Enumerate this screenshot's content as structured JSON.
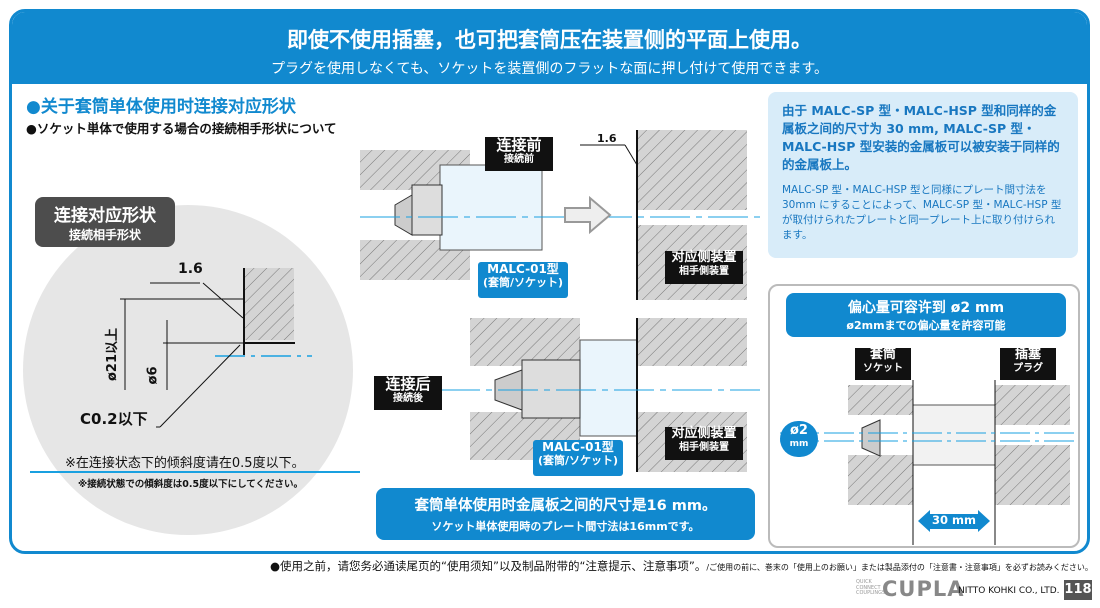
{
  "header": {
    "title": "即使不使用插塞，也可把套筒压在装置侧的平面上使用。",
    "subtitle": "プラグを使用しなくても、ソケットを装置側のフラットな面に押し付けて使用できます。"
  },
  "section": {
    "title": "●关于套筒单体使用时连接对应形状",
    "subtitle": "●ソケット単体で使用する場合の接続相手形状について"
  },
  "shape": {
    "title": "连接对应形状",
    "title_jp": "接続相手形状",
    "roughness": "1.6",
    "dim_outer": "ø21以上",
    "dim_inner": "ø6",
    "chamfer": "C0.2以下",
    "note": "※在连接状态下的倾斜度请在0.5度以下。",
    "note_jp": "※接続状態での傾斜度は0.5度以下にしてください。"
  },
  "before": {
    "label": "连接前",
    "label_jp": "接続前",
    "roughness": "1.6",
    "model": "MALC-01型",
    "model_sub": "(套筒/ソケット)",
    "device": "对应侧装置",
    "device_jp": "相手側装置"
  },
  "after": {
    "label": "连接后",
    "label_jp": "接続後",
    "model": "MALC-01型",
    "model_sub": "(套筒/ソケット)",
    "device": "对应侧装置",
    "device_jp": "相手側装置"
  },
  "callout": {
    "line1": "套筒单体使用时金属板之间的尺寸是16 mm。",
    "line2": "ソケット単体使用時のプレート間寸法は16mmです。"
  },
  "info": {
    "cn": "由于 MALC-SP 型・MALC-HSP 型和同样的金属板之间的尺寸为 30 mm, MALC-SP 型・MALC-HSP 型安装的金属板可以被安装于同样的的金属板上。",
    "jp": "MALC-SP 型・MALC-HSP 型と同様にプレート間寸法を 30mm にすることによって、MALC-SP 型・MALC-HSP 型が取付けられたプレートと同一プレート上に取り付けられます。"
  },
  "offset": {
    "title": "偏心量可容许到 ø2 mm",
    "title_jp": "ø2mmまでの偏心量を許容可能",
    "socket": "套筒",
    "socket_jp": "ソケット",
    "plug": "插塞",
    "plug_jp": "プラグ",
    "dim": "ø2",
    "dim_unit": "mm",
    "width": "30 mm"
  },
  "footer": {
    "notice": "●使用之前，请您务必通读尾页的“使用须知”以及制品附带的“注意提示、注意事项”。",
    "notice_jp": "/ご使用の前に、巻末の「使用上のお願い」または製品添付の「注意書・注意事項」を必ずお読みください。",
    "brand_small": "QUICK CONNECT COUPLINGS",
    "brand": "CUPLA",
    "company": "NITTO KOHKI CO., LTD.",
    "page": "118"
  },
  "colors": {
    "accent": "#1189cf",
    "light": "#d8ecf9"
  }
}
